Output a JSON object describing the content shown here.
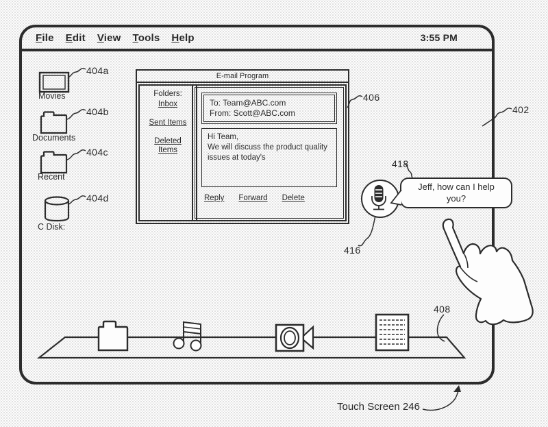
{
  "window": {
    "ref": "402"
  },
  "menu_bar": {
    "items": [
      {
        "label": "File"
      },
      {
        "label": "Edit"
      },
      {
        "label": "View"
      },
      {
        "label": "Tools"
      },
      {
        "label": "Help"
      }
    ],
    "clock": "3:55 PM"
  },
  "desktop_icons": [
    {
      "label": "Movies",
      "ref": "404a",
      "icon": "movies-screen-icon"
    },
    {
      "label": "Documents",
      "ref": "404b",
      "icon": "folder-icon"
    },
    {
      "label": "Recent",
      "ref": "404c",
      "icon": "folder-icon"
    },
    {
      "label": "C Disk:",
      "ref": "404d",
      "icon": "disk-cylinder-icon"
    }
  ],
  "email_window": {
    "ref": "406",
    "title": "E-mail Program",
    "folders": {
      "heading": "Folders:",
      "items": [
        {
          "label": "Inbox"
        },
        {
          "label": "Sent Items"
        },
        {
          "label": "Deleted Items"
        }
      ]
    },
    "message": {
      "to": "To: Team@ABC.com",
      "from": "From: Scott@ABC.com",
      "body_lines": [
        "Hi Team,",
        "We will discuss the product quality",
        "issues at today's"
      ],
      "actions": [
        {
          "label": "Reply"
        },
        {
          "label": "Forward"
        },
        {
          "label": "Delete"
        }
      ]
    }
  },
  "assistant": {
    "ref_mic": "416",
    "ref_bubble": "418",
    "bubble_line1": "Jeff, how can I help",
    "bubble_line2": "you?",
    "mic_icon": "microphone-icon"
  },
  "dock": {
    "ref": "408",
    "icons": [
      {
        "name": "folder-icon"
      },
      {
        "name": "music-notes-icon"
      },
      {
        "name": "video-camera-icon"
      },
      {
        "name": "document-icon"
      }
    ]
  },
  "annotations": {
    "touch_screen": "Touch Screen 246"
  }
}
